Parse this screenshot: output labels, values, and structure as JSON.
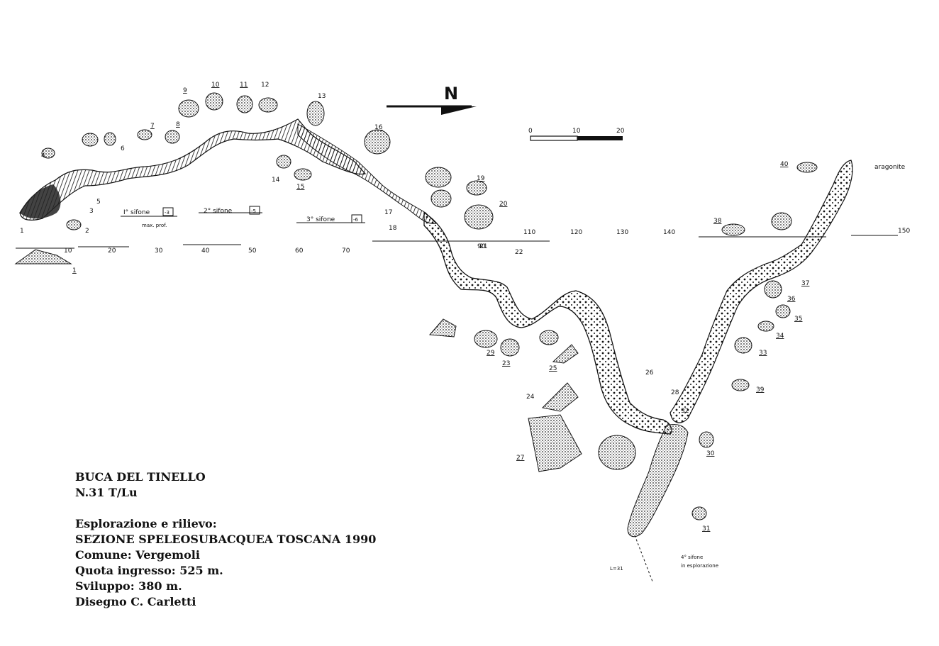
{
  "survey": {
    "title": "BUCA DEL TINELLO",
    "catalog": "N.31 T/Lu",
    "blank": "",
    "explore_label": "Esplorazione e rilievo:",
    "team": "SEZIONE SPELEOSUBACQUEA TOSCANA 1990",
    "comune": "Comune: Vergemoli",
    "quota": "Quota ingresso: 525 m.",
    "sviluppo": "Sviluppo: 380 m.",
    "disegno": "Disegno C. Carletti"
  },
  "north_arrow": {
    "label": "N"
  },
  "scale_bar": {
    "ticks": [
      "0",
      "10",
      "20"
    ]
  },
  "annotations": {
    "siphon1": "I° sifone",
    "siphon1_box": "-3",
    "maxdepth": "max. prof.",
    "siphon2": "2° sifone",
    "siphon2_box": "-5",
    "siphon3": "3° sifone",
    "siphon3_box": "-6",
    "aragonite": "aragonite",
    "lf": "L=31",
    "endnote1": "4° sifone",
    "endnote2": "in esplorazione"
  },
  "profile_distances": [
    "10",
    "20",
    "30",
    "40",
    "50",
    "60",
    "70",
    "90",
    "110",
    "120",
    "130",
    "140",
    "150"
  ],
  "stations": [
    "1",
    "2",
    "3",
    "4",
    "5",
    "6",
    "7",
    "8",
    "9",
    "10",
    "11",
    "12",
    "13",
    "14",
    "15",
    "16",
    "17",
    "18",
    "19",
    "20",
    "21",
    "22",
    "23",
    "24",
    "25",
    "26",
    "27",
    "28",
    "29",
    "30",
    "31",
    "32",
    "33",
    "34",
    "35",
    "36",
    "37",
    "38",
    "39",
    "40"
  ],
  "colors": {
    "ink": "#111111",
    "paper": "#ffffff"
  }
}
